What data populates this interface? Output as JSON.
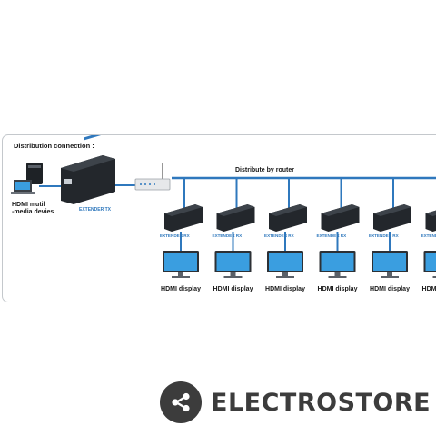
{
  "diagram": {
    "title": "Distribution connection :",
    "router_label": "Distribute by router",
    "source_label_line1": "HDMI mutil",
    "source_label_line2": "-media devies",
    "display_label": "HDMI display",
    "display_count_visible": 6,
    "transmitter_badge": "EXTENDER TX",
    "receiver_badge": "EXTENDER RX",
    "colors": {
      "cable": "#2f78bd",
      "device_body": "#23272c",
      "panel_border": "#c4c8cc",
      "monitor_screen": "#3a9ee0"
    },
    "icons": [
      "multimedia-player-icon",
      "laptop-icon",
      "transmitter-box-icon",
      "router-icon",
      "receiver-box-icon",
      "monitor-icon"
    ]
  },
  "brand": {
    "name": "ELECTROSTORE",
    "icon": "share-icon",
    "color": "#3c3c3c"
  }
}
